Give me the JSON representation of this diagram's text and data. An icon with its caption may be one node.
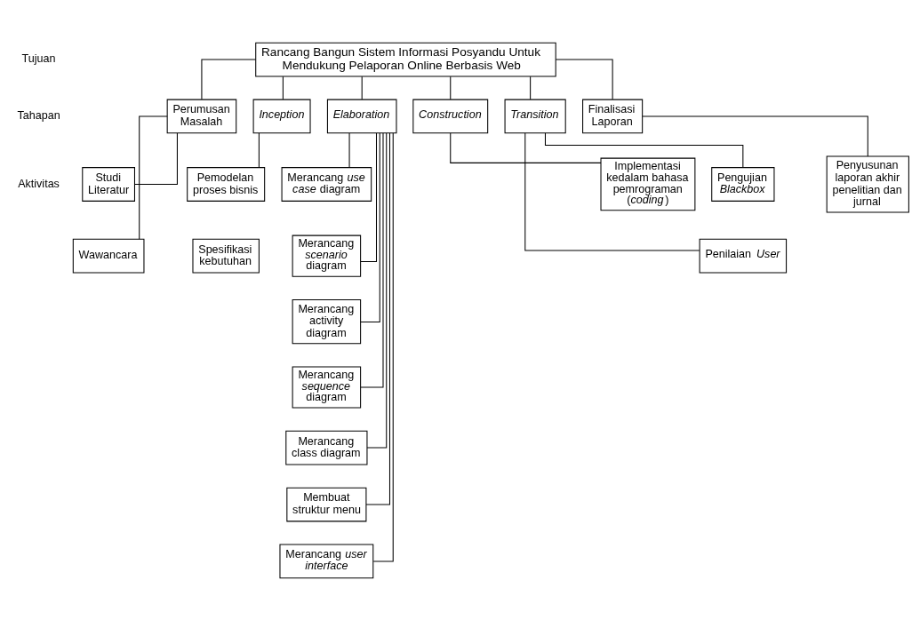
{
  "diagram": {
    "nodes": [
      {
        "text": [
          "Rancang Bangun Sistem Informasi Posyandu Untuk Mendukung Pelaporan Online Berbasis Web"
        ]
      },
      {
        "text": [
          "Perumusan Masalah"
        ]
      },
      {
        "text": [
          "Inception"
        ]
      },
      {
        "text": [
          "Elaboration"
        ]
      },
      {
        "text": [
          "Construction"
        ]
      },
      {
        "text": [
          "Transition"
        ]
      },
      {
        "text": [
          "Finalisasi Laporan"
        ]
      },
      {
        "text": [
          "Studi Literatur"
        ]
      },
      {
        "text": [
          "Wawancara"
        ]
      },
      {
        "text": [
          "Pemodelan proses bisnis"
        ]
      },
      {
        "text": [
          "Spesifikasi kebutuhan"
        ]
      },
      {
        "text": [
          "Merancang *use case* diagram"
        ]
      },
      {
        "text": [
          "Merancang *scenario* diagram"
        ]
      },
      {
        "text": [
          "Merancang activity diagram"
        ]
      },
      {
        "text": [
          "Merancang *sequence* diagram"
        ]
      },
      {
        "text": [
          "Merancang class diagram"
        ]
      },
      {
        "text": [
          "Membuat struktur menu"
        ]
      },
      {
        "text": [
          "Merancang *user interface*"
        ]
      },
      {
        "text": [
          "Implementasi kedalam bahasa pemrograman (*coding*)"
        ]
      },
      {
        "text": [
          "Pengujian *Blackbox*"
        ]
      },
      {
        "text": [
          "Penilaian *User*"
        ]
      },
      {
        "text": [
          "Penyusunan laporan akhir penelitian dan jurnal"
        ]
      }
    ],
    "edges": [
      {
        "from": 0,
        "to": 1,
        "arrow": "none"
      },
      {
        "from": 0,
        "to": 2,
        "arrow": "none"
      },
      {
        "from": 0,
        "to": 3,
        "arrow": "none"
      },
      {
        "from": 0,
        "to": 4,
        "arrow": "none"
      },
      {
        "from": 0,
        "to": 5,
        "arrow": "none"
      },
      {
        "from": 0,
        "to": 6,
        "arrow": "none"
      },
      {
        "from": 1,
        "to": 7,
        "arrow": "none"
      },
      {
        "from": 1,
        "to": 8,
        "arrow": "none"
      },
      {
        "from": 2,
        "to": 9,
        "arrow": "none"
      },
      {
        "from": 3,
        "to": 11,
        "arrow": "none"
      },
      {
        "from": 3,
        "to": 12,
        "arrow": "none"
      },
      {
        "from": 3,
        "to": 13,
        "arrow": "none"
      },
      {
        "from": 3,
        "to": 14,
        "arrow": "none"
      },
      {
        "from": 3,
        "to": 15,
        "arrow": "none"
      },
      {
        "from": 3,
        "to": 16,
        "arrow": "none"
      },
      {
        "from": 3,
        "to": 17,
        "arrow": "none"
      },
      {
        "from": 4,
        "to": 18,
        "arrow": "none"
      },
      {
        "from": 5,
        "to": 19,
        "arrow": "none"
      },
      {
        "from": 5,
        "to": 20,
        "arrow": "none"
      },
      {
        "from": 6,
        "to": 21,
        "arrow": "none"
      }
    ],
    "labels": [
      "Tujuan",
      "Tahapan",
      "Aktivitas"
    ]
  }
}
